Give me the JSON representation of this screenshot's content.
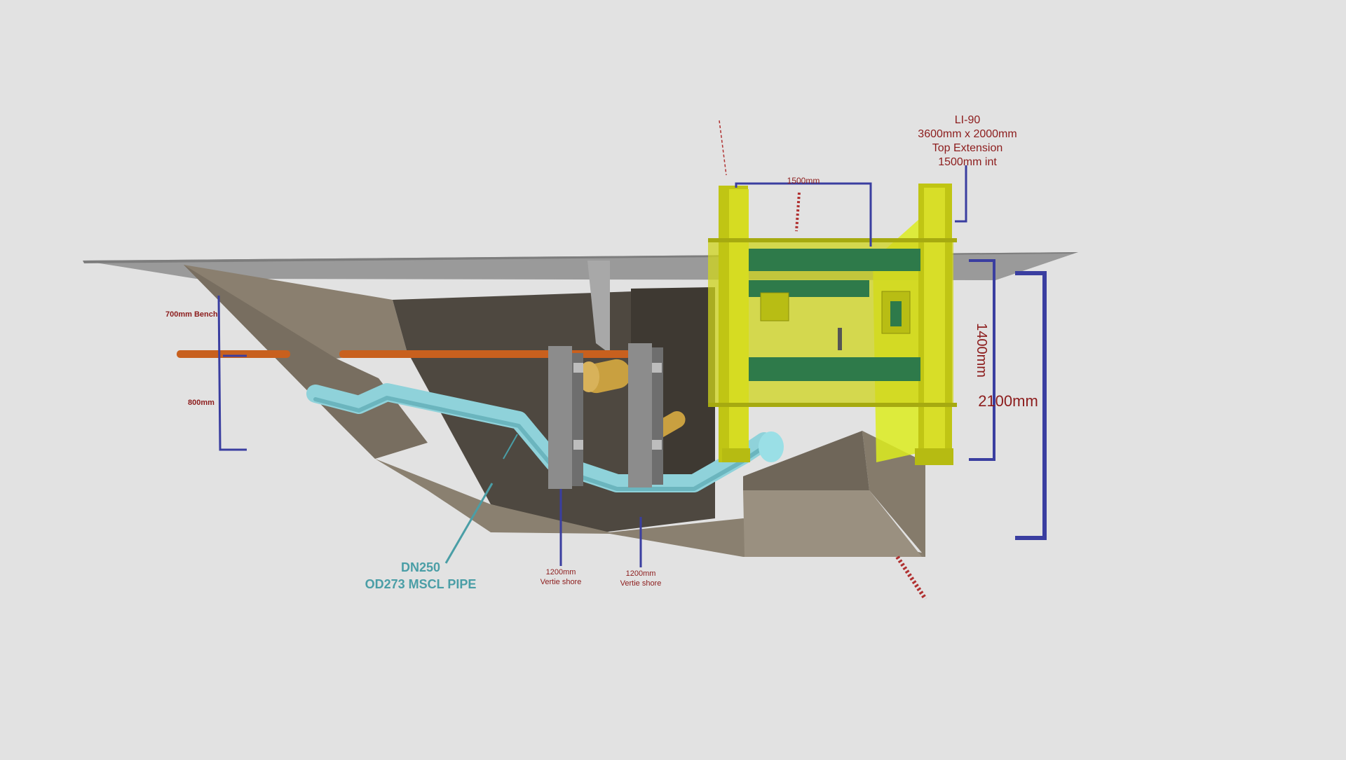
{
  "colors": {
    "background": "#e2e2e2",
    "dim_line": "#3a3ea0",
    "label_red": "#8c1c1c",
    "pipe_label": "#4a9ea6",
    "shield_yellow": "#cfd41c",
    "strut_green": "#2e7a4a",
    "pipe_cyan": "#8fd2da",
    "pipe_orange": "#c8601e",
    "pipe_gold": "#c9a040",
    "trench_wall": "#817665",
    "trench_dark": "#4b453c",
    "shore_grey": "#8c8c8c"
  },
  "labels": {
    "shield_title": [
      "LI-90",
      "3600mm x 2000mm",
      "Top Extension",
      "1500mm int"
    ],
    "dim_1500": "1500mm",
    "dim_1400": "1400mm",
    "dim_2100": "2100mm",
    "bench": "700mm Bench",
    "depth_800": "800mm",
    "pipe_line1": "DN250",
    "pipe_line2": "OD273 MSCL PIPE",
    "shore_left": [
      "1200mm",
      "Vertie shore"
    ],
    "shore_right": [
      "1200mm",
      "Vertie shore"
    ]
  }
}
